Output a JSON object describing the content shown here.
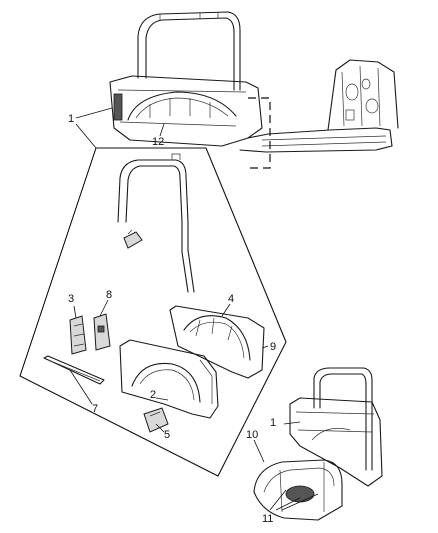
{
  "callouts": {
    "c1_top": "1",
    "c12": "12",
    "c3": "3",
    "c8": "8",
    "c4": "4",
    "c9": "9",
    "c2": "2",
    "c7": "7",
    "c5": "5",
    "c1_bottom": "1",
    "c10": "10",
    "c11": "11"
  }
}
